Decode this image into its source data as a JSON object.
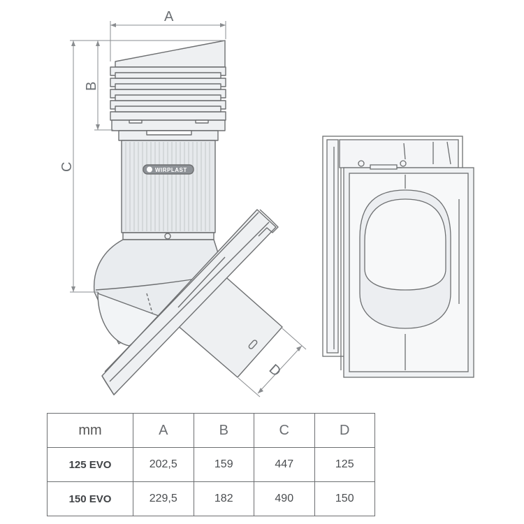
{
  "dimension_labels": {
    "a": "A",
    "b": "B",
    "c": "C",
    "d": "D"
  },
  "logo_text": "WIRPLAST",
  "table": {
    "headers": [
      "mm",
      "A",
      "B",
      "C",
      "D"
    ],
    "rows": [
      [
        "125 EVO",
        "202,5",
        "159",
        "447",
        "125"
      ],
      [
        "150 EVO",
        "229,5",
        "182",
        "490",
        "150"
      ]
    ]
  },
  "colors": {
    "line": "#6d6f71",
    "fill_light": "#eef0f2",
    "fill_mid": "#e2e5e8",
    "logo_bg": "#8e9297"
  }
}
